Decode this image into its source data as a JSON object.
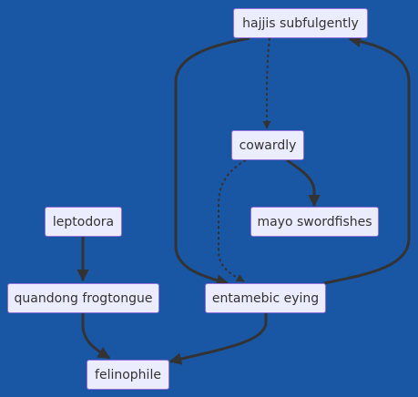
{
  "diagram": {
    "type": "flowchart",
    "nodes": [
      {
        "id": "hajjis",
        "label": "hajjis subfulgently"
      },
      {
        "id": "cowardly",
        "label": "cowardly"
      },
      {
        "id": "mayo",
        "label": "mayo swordfishes"
      },
      {
        "id": "leptodora",
        "label": "leptodora"
      },
      {
        "id": "quandong",
        "label": "quandong frogtongue"
      },
      {
        "id": "entamebic",
        "label": "entamebic eying"
      },
      {
        "id": "felinophile",
        "label": "felinophile"
      }
    ],
    "edges": [
      {
        "from": "hajjis",
        "to": "cowardly",
        "style": "dotted"
      },
      {
        "from": "hajjis",
        "to": "entamebic",
        "style": "solid"
      },
      {
        "from": "cowardly",
        "to": "mayo",
        "style": "solid"
      },
      {
        "from": "cowardly",
        "to": "entamebic",
        "style": "dotted"
      },
      {
        "from": "entamebic",
        "to": "hajjis",
        "style": "solid"
      },
      {
        "from": "leptodora",
        "to": "quandong",
        "style": "solid"
      },
      {
        "from": "quandong",
        "to": "felinophile",
        "style": "solid"
      },
      {
        "from": "entamebic",
        "to": "felinophile",
        "style": "solid"
      }
    ],
    "colors": {
      "background": "#1957a5",
      "node_fill": "#ececff",
      "node_border": "#9370db",
      "edge": "#333333",
      "text": "#333333"
    }
  }
}
